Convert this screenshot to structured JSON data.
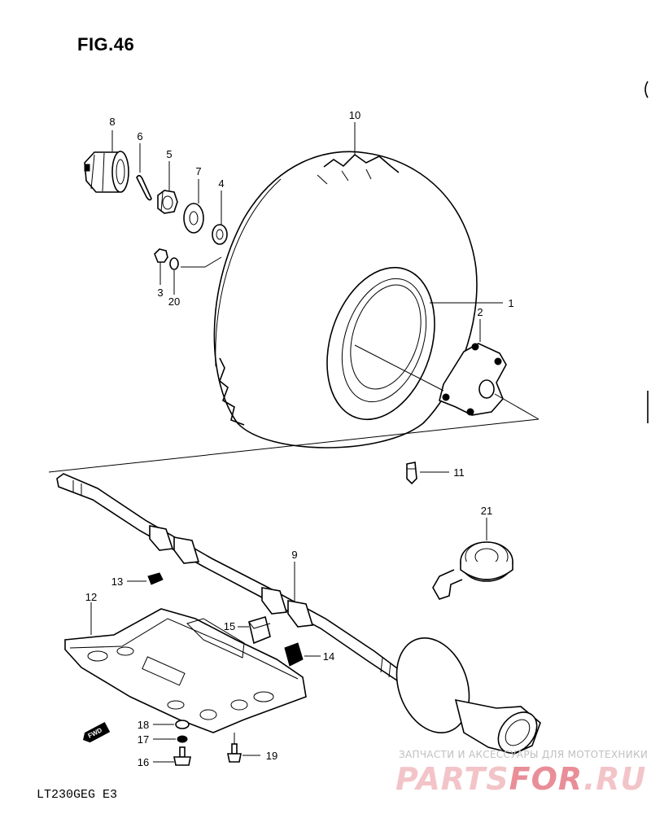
{
  "figure_title": "FIG.46",
  "model_code": "LT230GEG  E3",
  "fwd_label": "FWD",
  "watermark": {
    "tagline": "ЗАПЧАСТИ И АКСЕССУАРЫ ДЛЯ МОТОТЕХНИКИ",
    "brand_part1": "PARTS",
    "brand_part2": "FOR",
    "brand_part3": ".RU"
  },
  "callouts": [
    {
      "id": "label-8",
      "text": "8"
    },
    {
      "id": "label-6",
      "text": "6"
    },
    {
      "id": "label-5",
      "text": "5"
    },
    {
      "id": "label-7",
      "text": "7"
    },
    {
      "id": "label-4",
      "text": "4"
    },
    {
      "id": "label-10",
      "text": "10"
    },
    {
      "id": "label-3",
      "text": "3"
    },
    {
      "id": "label-20",
      "text": "20"
    },
    {
      "id": "label-1",
      "text": "1"
    },
    {
      "id": "label-2",
      "text": "2"
    },
    {
      "id": "label-11",
      "text": "11"
    },
    {
      "id": "label-21",
      "text": "21"
    },
    {
      "id": "label-9",
      "text": "9"
    },
    {
      "id": "label-13",
      "text": "13"
    },
    {
      "id": "label-12",
      "text": "12"
    },
    {
      "id": "label-15",
      "text": "15"
    },
    {
      "id": "label-14",
      "text": "14"
    },
    {
      "id": "label-18",
      "text": "18"
    },
    {
      "id": "label-17",
      "text": "17"
    },
    {
      "id": "label-16",
      "text": "16"
    },
    {
      "id": "label-19",
      "text": "19"
    }
  ]
}
